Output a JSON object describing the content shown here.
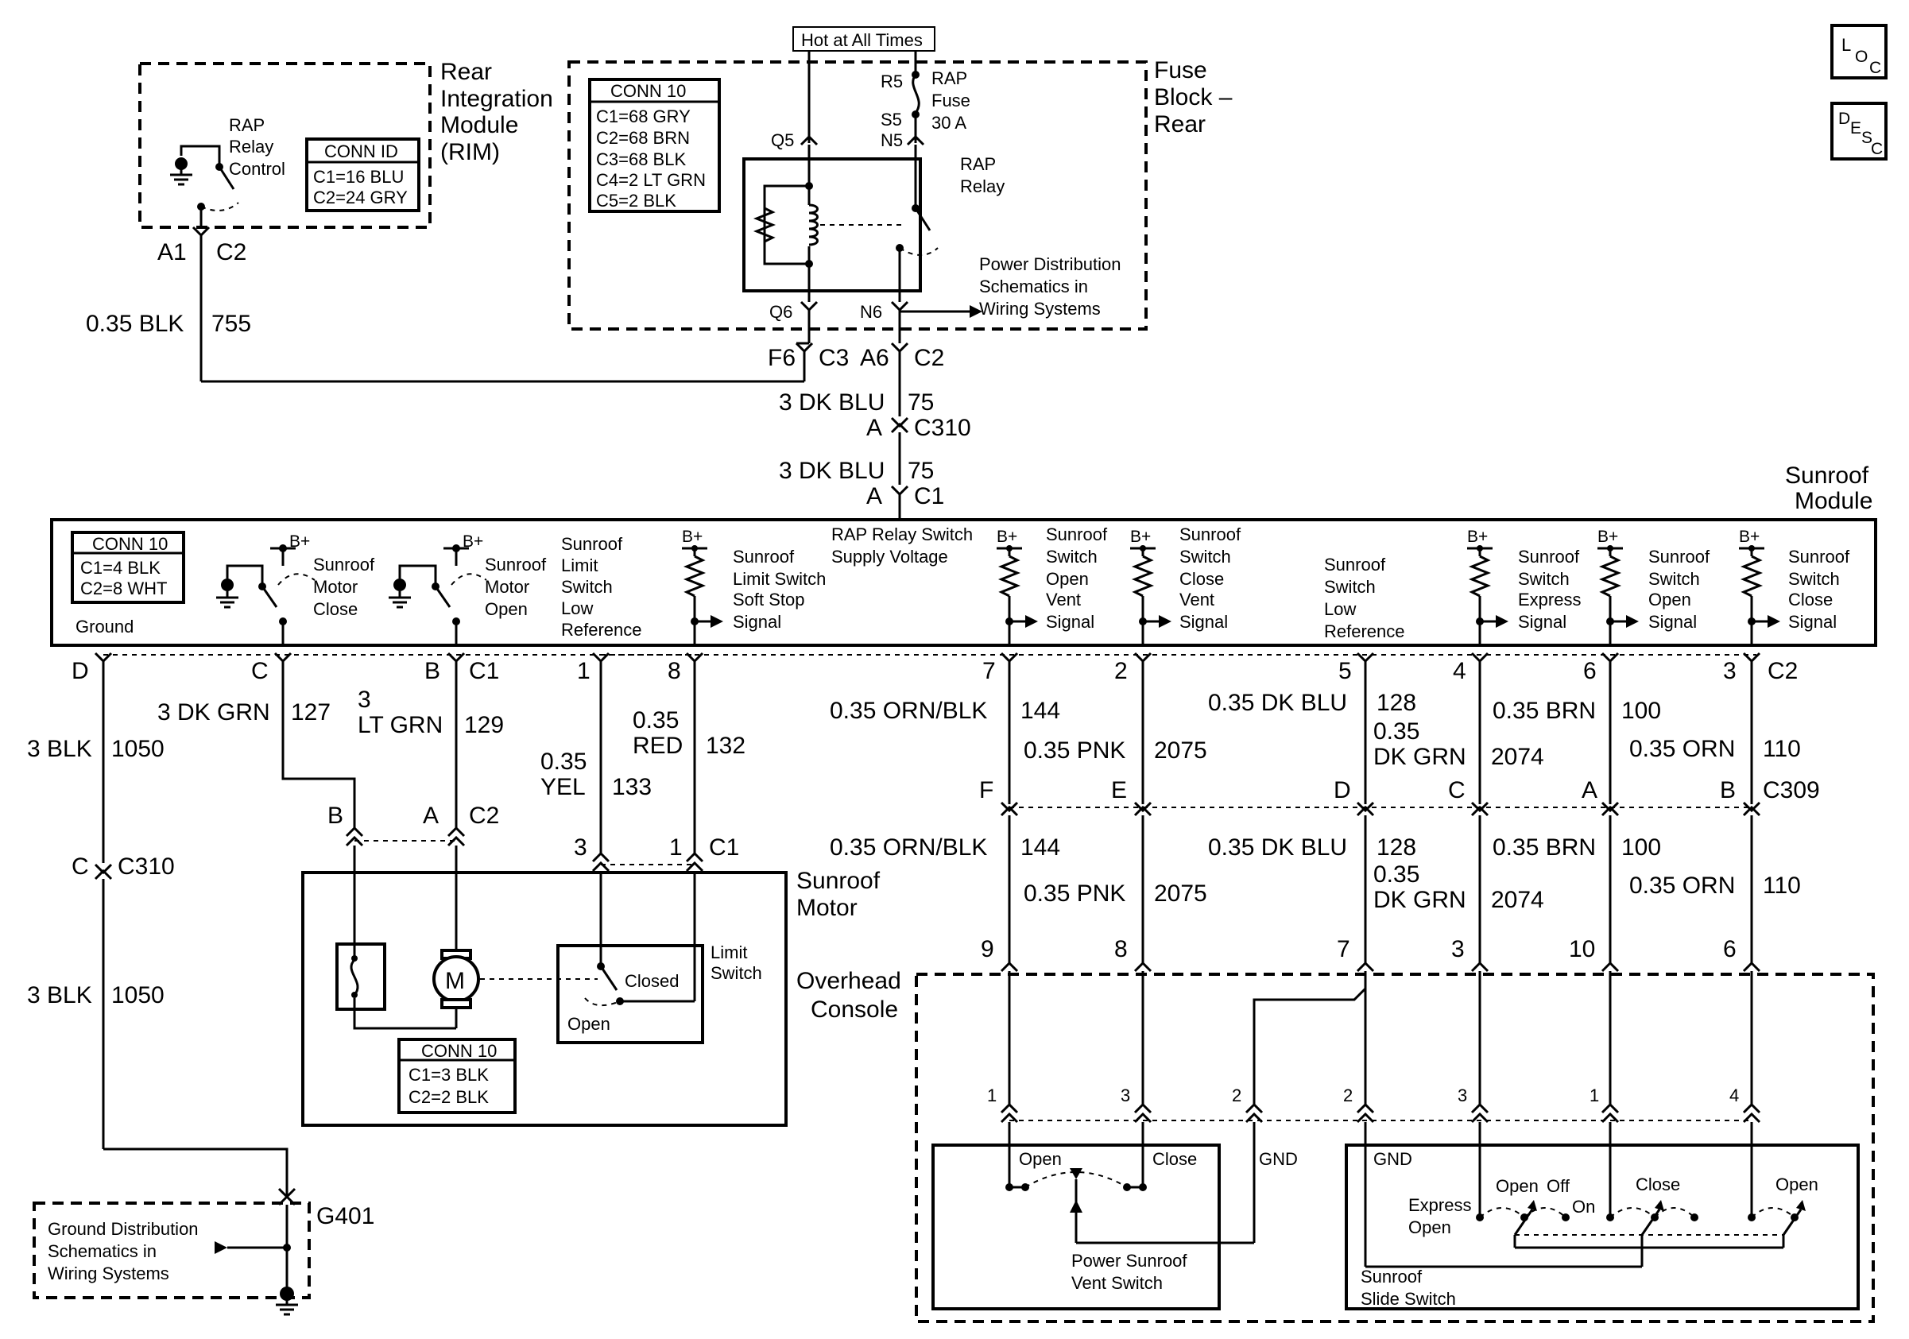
{
  "icons": {
    "loc": {
      "main": "L",
      "sub1": "O",
      "sub2": "C"
    },
    "desc": {
      "main": "D",
      "sub1": "E",
      "sub2": "S",
      "sub3": "C"
    }
  },
  "power": {
    "hot_label": "Hot at All Times"
  },
  "rim": {
    "title": [
      "Rear",
      "Integration",
      "Module",
      "(RIM)"
    ],
    "relay_control": [
      "RAP",
      "Relay",
      "Control"
    ],
    "conn_id": {
      "title": "CONN ID",
      "lines": [
        "C1=16 BLU",
        "C2=24 GRY"
      ]
    },
    "pin_a1": "A1",
    "pin_c2": "C2",
    "wire_gauge": "0.35 BLK",
    "wire_circuit": "755"
  },
  "fuse_block": {
    "title": [
      "Fuse",
      "Block –",
      "Rear"
    ],
    "conn": {
      "title": "CONN 10",
      "lines": [
        "C1=68 GRY",
        "C2=68 BRN",
        "C3=68 BLK",
        "C4=2 LT GRN",
        "C5=2 BLK"
      ]
    },
    "pins": {
      "r5": "R5",
      "s5": "S5",
      "n5": "N5",
      "q5": "Q5",
      "q6": "Q6",
      "n6": "N6"
    },
    "fuse_label": [
      "RAP",
      "Fuse",
      "30 A"
    ],
    "relay_label": [
      "RAP",
      "Relay"
    ],
    "power_dist": [
      "Power Distribution",
      "Schematics in",
      "Wiring Systems"
    ],
    "f6": "F6",
    "c3": "C3",
    "a6": "A6",
    "c2": "C2"
  },
  "feed": {
    "gauge1": "3 DK BLU",
    "circuit1": "75",
    "pin1": "A",
    "conn1": "C310",
    "gauge2": "3 DK BLU",
    "circuit2": "75",
    "pin2": "A",
    "conn2": "C1"
  },
  "sunroof_module": {
    "title": [
      "Sunroof",
      "Module"
    ],
    "conn": {
      "title": "CONN 10",
      "lines": [
        "C1=4 BLK",
        "C2=8 WHT"
      ]
    },
    "bplus": "B+",
    "ground": "Ground",
    "close_relay": [
      "Sunroof",
      "Motor",
      "Close"
    ],
    "open_relay": [
      "Sunroof",
      "Motor",
      "Open"
    ],
    "limit_low": [
      "Sunroof",
      "Limit",
      "Switch",
      "Low",
      "Reference"
    ],
    "soft_stop": [
      "Sunroof",
      "Limit Switch",
      "Soft Stop",
      "Signal"
    ],
    "rap_supply": [
      "RAP Relay Switch",
      "Supply Voltage"
    ],
    "open_vent": [
      "Sunroof",
      "Switch",
      "Open",
      "Vent",
      "Signal"
    ],
    "close_vent": [
      "Sunroof",
      "Switch",
      "Close",
      "Vent",
      "Signal"
    ],
    "switch_low": [
      "Sunroof",
      "Switch",
      "Low",
      "Reference"
    ],
    "express": [
      "Sunroof",
      "Switch",
      "Express",
      "Signal"
    ],
    "open_sig": [
      "Sunroof",
      "Switch",
      "Open",
      "Signal"
    ],
    "close_sig": [
      "Sunroof",
      "Switch",
      "Close",
      "Signal"
    ]
  },
  "pins_top": {
    "d": "D",
    "c": "C",
    "b": "B",
    "c1": "C1",
    "p1": "1",
    "p8": "8",
    "p7": "7",
    "p2": "2",
    "p5": "5",
    "p4": "4",
    "p6": "6",
    "p3": "3",
    "c2": "C2"
  },
  "wires_left": {
    "gauge_1050": "3 BLK",
    "circuit_1050": "1050",
    "gauge_127": "3 DK GRN",
    "circuit_127": "127",
    "gauge_129_a": "3",
    "gauge_129_b": "LT GRN",
    "circuit_129": "129",
    "gauge_133_a": "0.35",
    "gauge_133_b": "YEL",
    "circuit_133": "133",
    "gauge_132_a": "0.35",
    "gauge_132_b": "RED",
    "circuit_132": "132"
  },
  "wires_right": {
    "w144": {
      "gauge": "0.35 ORN/BLK",
      "circuit": "144"
    },
    "w2075": {
      "gauge": "0.35 PNK",
      "circuit": "2075"
    },
    "w128": {
      "gauge": "0.35 DK BLU",
      "circuit": "128"
    },
    "w2074": {
      "gauge_a": "0.35",
      "gauge_b": "DK GRN",
      "circuit": "2074"
    },
    "w100": {
      "gauge": "0.35 BRN",
      "circuit": "100"
    },
    "w110": {
      "gauge": "0.35 ORN",
      "circuit": "110"
    }
  },
  "c309": {
    "f": "F",
    "e": "E",
    "d": "D",
    "c": "C",
    "a": "A",
    "b": "B",
    "name": "C309"
  },
  "c310": {
    "pin": "C",
    "name": "C310"
  },
  "motor": {
    "title": [
      "Sunroof",
      "Motor"
    ],
    "pin_b": "B",
    "pin_a": "A",
    "conn_c2": "C2",
    "pin_3": "3",
    "pin_1": "1",
    "conn_c1": "C1",
    "m_symbol": "M",
    "conn": {
      "title": "CONN 10",
      "lines": [
        "C1=3 BLK",
        "C2=2 BLK"
      ]
    },
    "limit": {
      "title": [
        "Limit",
        "Switch"
      ],
      "closed": "Closed",
      "open": "Open"
    }
  },
  "console": {
    "title": [
      "Overhead",
      "Console"
    ],
    "pins_top": {
      "p9": "9",
      "p8": "8",
      "p7": "7",
      "p3": "3",
      "p10": "10",
      "p6": "6"
    },
    "pins_bottom": {
      "p1": "1",
      "p3": "3",
      "p2a": "2",
      "p2b": "2",
      "p3b": "3",
      "p1b": "1",
      "p4": "4"
    },
    "vent": {
      "open": "Open",
      "close": "Close",
      "gnd": "GND",
      "title": [
        "Power Sunroof",
        "Vent Switch"
      ]
    },
    "slide": {
      "gnd": "GND",
      "express": [
        "Express",
        "Open"
      ],
      "open_off": "Open",
      "off": "Off",
      "on": "On",
      "close": "Close",
      "open2": "Open",
      "title": [
        "Sunroof",
        "Slide Switch"
      ]
    }
  },
  "ground": {
    "title": [
      "Ground Distribution",
      "Schematics in",
      "Wiring Systems"
    ],
    "g401": "G401"
  }
}
